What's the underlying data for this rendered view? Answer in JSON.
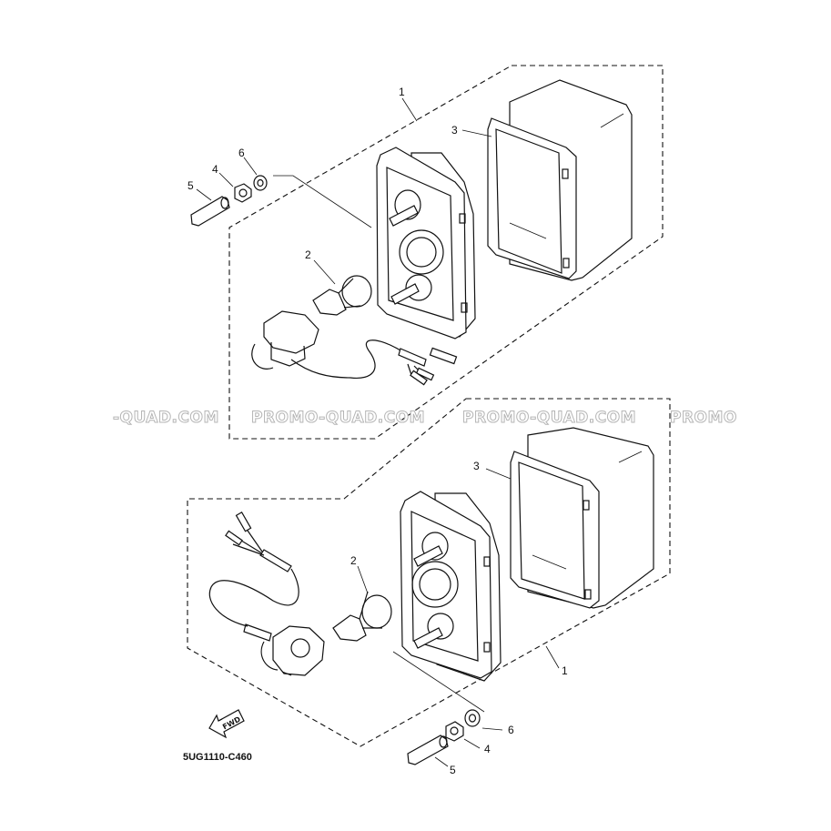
{
  "watermarks": [
    "-QUAD.COM",
    "PROMO-QUAD.COM",
    "PROMO-QUAD.COM",
    "PROMO"
  ],
  "callouts": {
    "top": {
      "housing": "1",
      "bulb": "2",
      "lens": "3",
      "nut": "4",
      "collar": "5",
      "washer": "6"
    },
    "bottom": {
      "housing": "1",
      "bulb": "2",
      "lens": "3",
      "nut": "4",
      "collar": "5",
      "washer": "6"
    }
  },
  "direction_label": "FWD",
  "diagram_code": "5UG1110-C460",
  "colors": {
    "line": "#111111",
    "background": "#ffffff",
    "watermark": "#b5b5b5"
  }
}
